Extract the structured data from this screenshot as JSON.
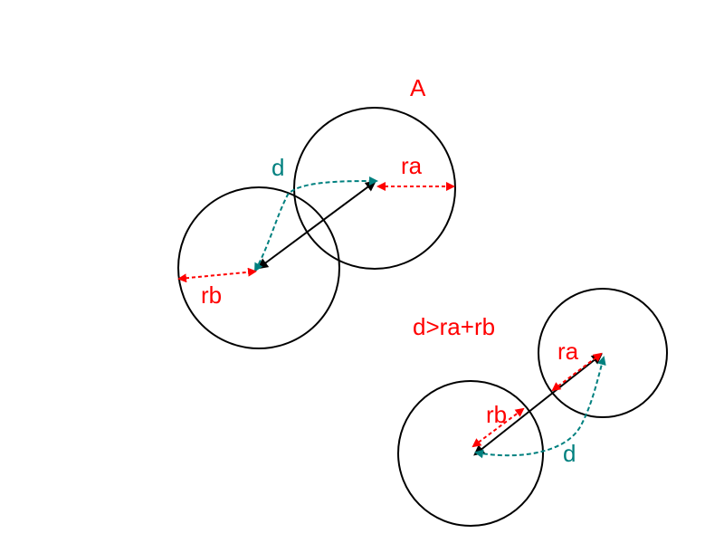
{
  "colors": {
    "label_red": "#ff0000",
    "label_teal": "#00807f",
    "line_black": "#000000",
    "background": "#ffffff"
  },
  "labels": {
    "title": "A",
    "top_d": "d",
    "top_ra": "ra",
    "top_rb": "rb",
    "condition": "d>ra+rb",
    "bottom_ra": "ra",
    "bottom_rb": "rb",
    "bottom_d": "d"
  }
}
